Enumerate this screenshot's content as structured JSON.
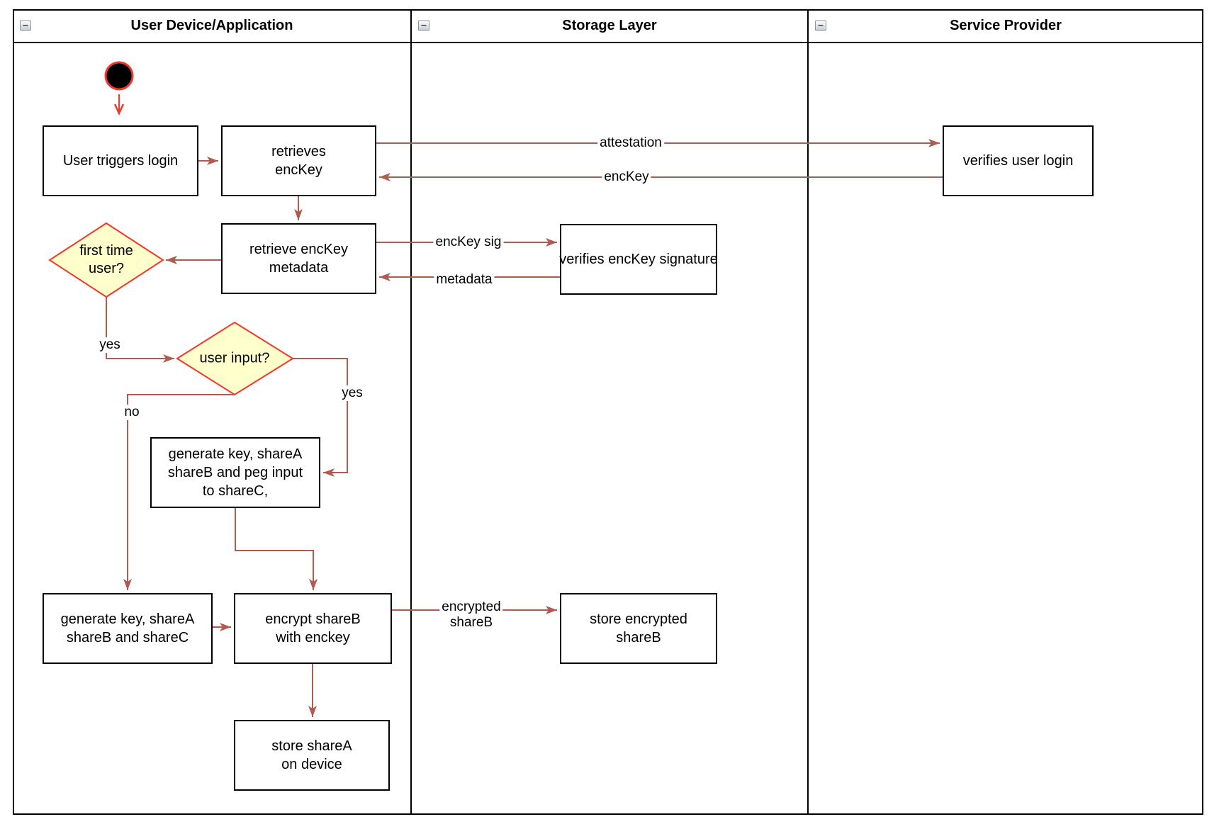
{
  "lanes": [
    {
      "title": "User Device/Application"
    },
    {
      "title": "Storage Layer"
    },
    {
      "title": "Service Provider"
    }
  ],
  "icons": {
    "collapse_glyph": "−"
  },
  "nodes": {
    "start": {
      "type": "initial-node"
    },
    "user_triggers_login": {
      "label": "User triggers login"
    },
    "retrieves_enckey": {
      "label": "retrieves\nencKey"
    },
    "verifies_user_login": {
      "label": "verifies user login"
    },
    "retrieve_enckey_metadata": {
      "label": "retrieve encKey\nmetadata"
    },
    "verifies_enckey_signature": {
      "label": "verifies encKey signature"
    },
    "first_time_user": {
      "label": "first time\nuser?"
    },
    "user_input": {
      "label": "user input?"
    },
    "generate_key_peg": {
      "label": "generate key, shareA\nshareB and peg input\nto shareC,"
    },
    "generate_key_sharec": {
      "label": "generate key, shareA\nshareB and shareC"
    },
    "encrypt_shareb": {
      "label": "encrypt shareB\nwith enckey"
    },
    "store_encrypted_shareb": {
      "label": "store encrypted\nshareB"
    },
    "store_sharea": {
      "label": "store shareA\non device"
    }
  },
  "edge_labels": {
    "attestation": "attestation",
    "enckey": "encKey",
    "enckey_sig": "encKey sig",
    "metadata": "metadata",
    "encrypted_shareb": "encrypted\nshareB",
    "yes_first_time": "yes",
    "yes_user_input": "yes",
    "no_user_input": "no"
  },
  "colors": {
    "flow_arrow": "#b05a50",
    "accent_red": "#f5362a",
    "decision_fill": "#ffffcc",
    "node_border": "#000000",
    "lane_border": "#000000",
    "text": "#000000"
  }
}
